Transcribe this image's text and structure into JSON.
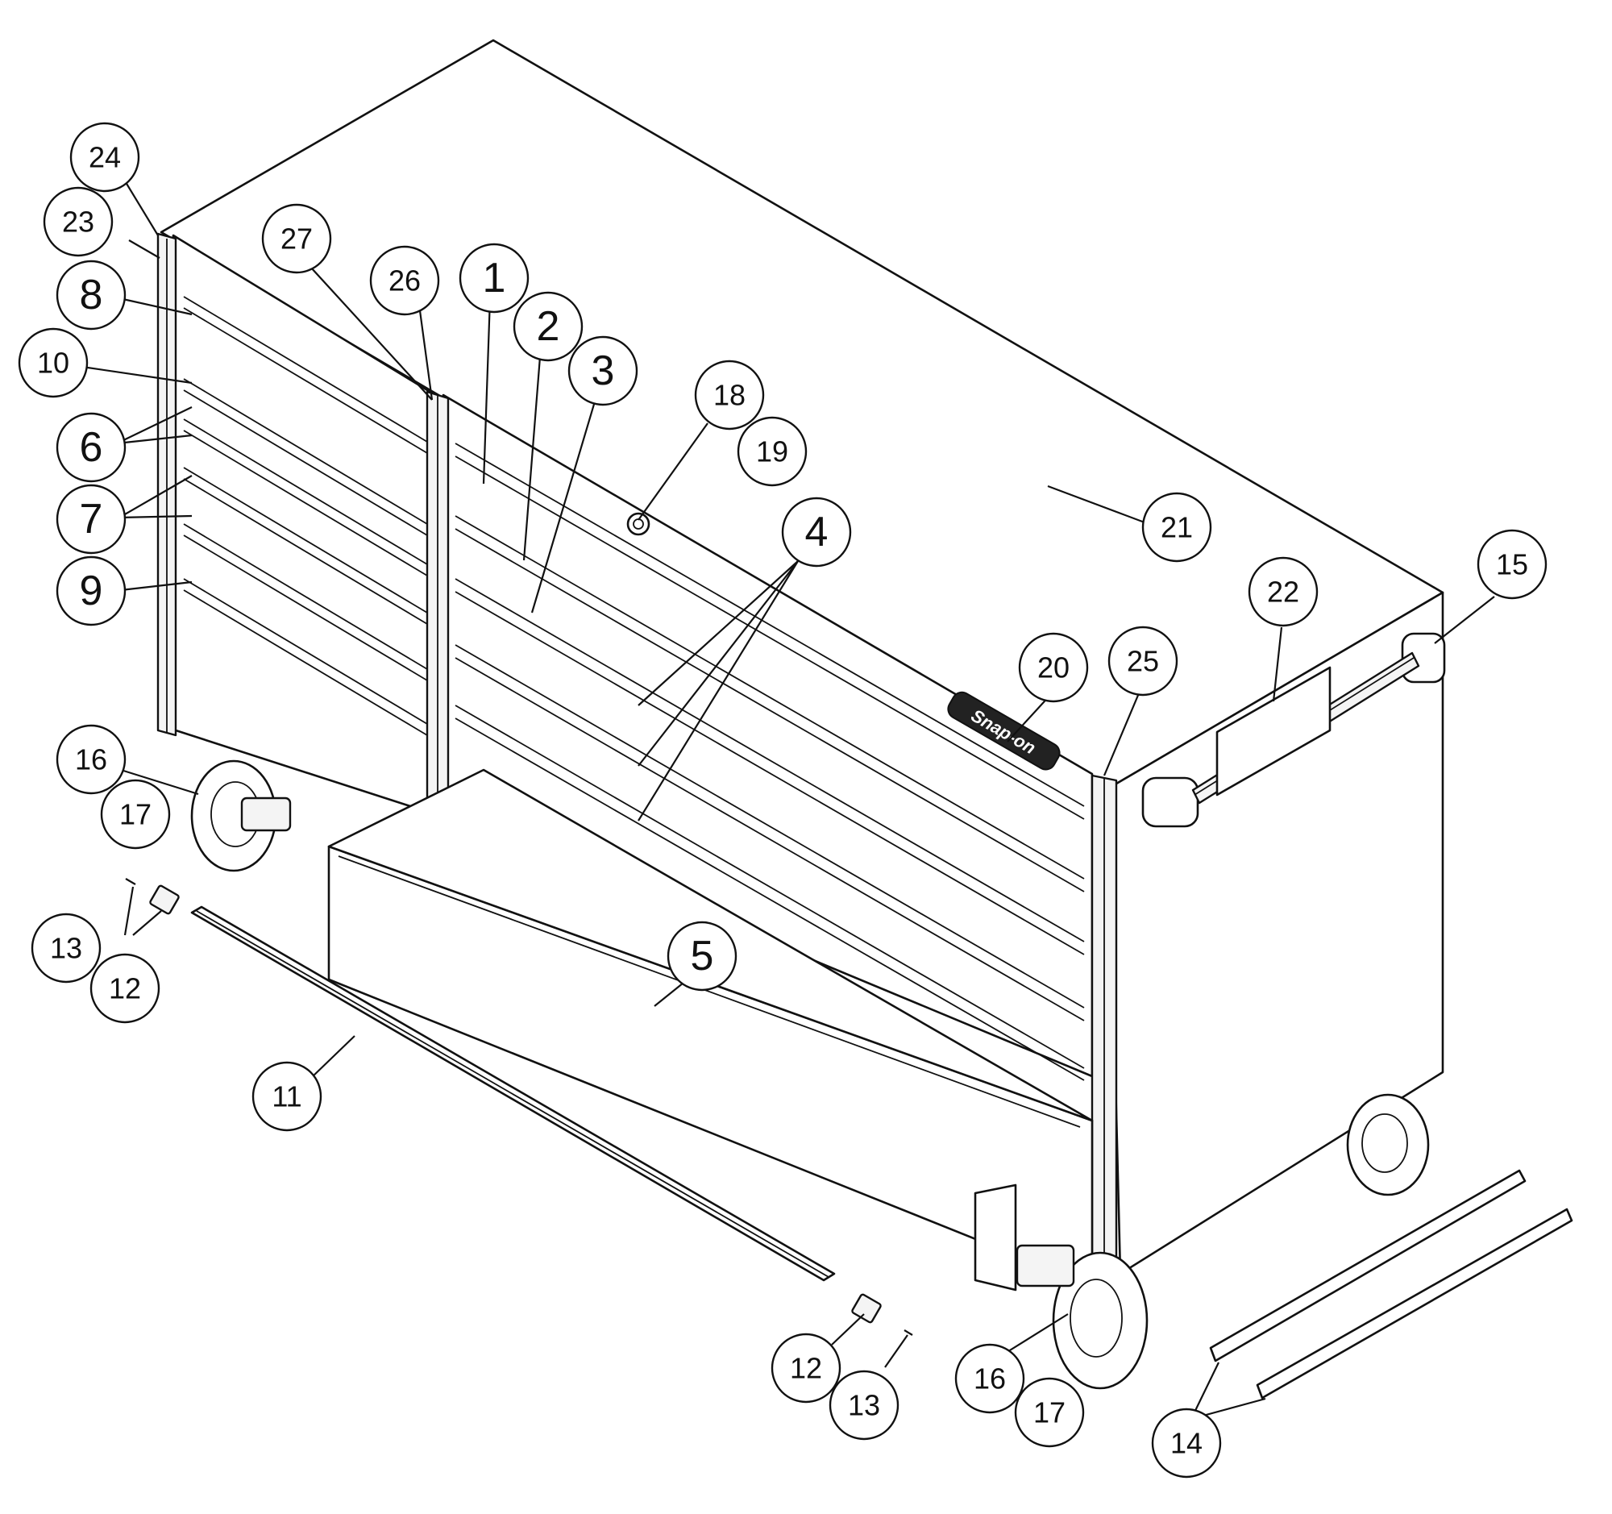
{
  "brand": {
    "logo_text": "Snap-on"
  },
  "callouts": [
    {
      "label": "24"
    },
    {
      "label": "23"
    },
    {
      "label": "27"
    },
    {
      "label": "26"
    },
    {
      "label": "1"
    },
    {
      "label": "2"
    },
    {
      "label": "3"
    },
    {
      "label": "8"
    },
    {
      "label": "10"
    },
    {
      "label": "6"
    },
    {
      "label": "7"
    },
    {
      "label": "9"
    },
    {
      "label": "18"
    },
    {
      "label": "19"
    },
    {
      "label": "21"
    },
    {
      "label": "4"
    },
    {
      "label": "15"
    },
    {
      "label": "22"
    },
    {
      "label": "20"
    },
    {
      "label": "25"
    },
    {
      "label": "16"
    },
    {
      "label": "17"
    },
    {
      "label": "13"
    },
    {
      "label": "12"
    },
    {
      "label": "11"
    },
    {
      "label": "5"
    },
    {
      "label": "12"
    },
    {
      "label": "13"
    },
    {
      "label": "16"
    },
    {
      "label": "17"
    },
    {
      "label": "14"
    }
  ]
}
